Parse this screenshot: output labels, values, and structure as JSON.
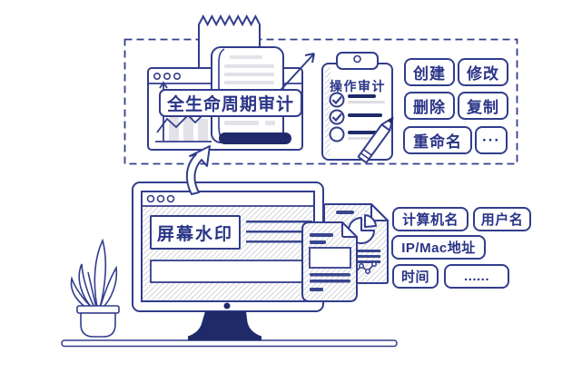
{
  "palette": {
    "line_navy": "#323d8c",
    "dark_navy": "#1f2a6b",
    "text_navy": "#2a3487",
    "light_gray": "#e2e2e8",
    "hatch_gray": "#d9d9e0"
  },
  "audit_section": {
    "window_label": "全生命周期审计",
    "clipboard_title": "操作审计",
    "operations": [
      "创建",
      "修改",
      "删除",
      "复制",
      "重命名",
      "···"
    ]
  },
  "watermark_section": {
    "screen_label": "屏幕水印",
    "attributes": [
      "计算机名",
      "用户名",
      "IP/Mac地址",
      "时间",
      "......"
    ]
  }
}
